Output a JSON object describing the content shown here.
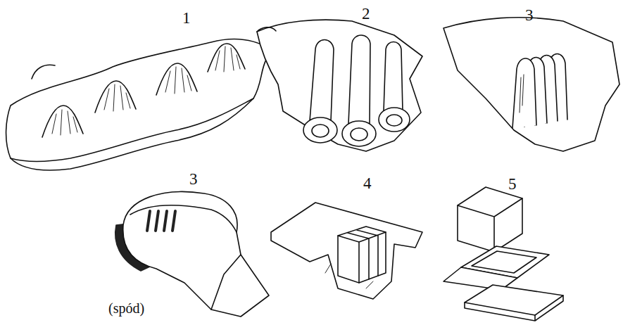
{
  "diagram": {
    "labels": [
      "1",
      "2",
      "3",
      "3",
      "4",
      "5",
      "(spód)"
    ]
  }
}
